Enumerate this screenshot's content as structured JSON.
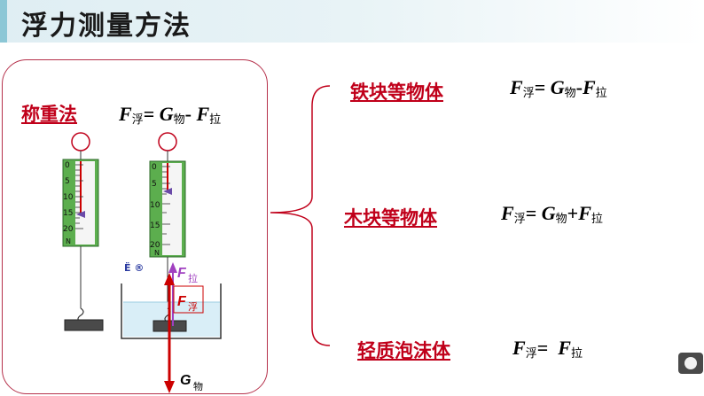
{
  "title": "浮力测量方法",
  "panel": {
    "method_label": "称重法",
    "formula": {
      "F": "F",
      "sub_fu": "浮",
      "eq": "= ",
      "G": "G",
      "sub_wu": "物",
      "op": "- ",
      "F2": "F",
      "sub_la": "拉"
    },
    "scale_ticks": [
      "0",
      "5",
      "10",
      "15",
      "20"
    ],
    "scale_unit": "N",
    "force_labels": {
      "up_pull": "F",
      "up_pull_sub": "拉",
      "buoyant": "F",
      "buoyant_sub": "浮",
      "gravity": "G",
      "gravity_sub": "物"
    },
    "beaker_mark": "Ë ®"
  },
  "rows": [
    {
      "label": "铁块等物体",
      "F": "F",
      "sub_fu": "浮",
      "eq": "= ",
      "G": "G",
      "sub_wu": "物",
      "op": "-",
      "F2": "F",
      "sub_la": "拉"
    },
    {
      "label": "木块等物体",
      "F": "F",
      "sub_fu": "浮",
      "eq": "= ",
      "G": "G",
      "sub_wu": "物",
      "op": "+",
      "F2": "F",
      "sub_la": "拉"
    },
    {
      "label": "轻质泡沫体",
      "F": "F",
      "sub_fu": "浮",
      "eq": "=  ",
      "G": "",
      "sub_wu": "",
      "op": "",
      "F2": "F",
      "sub_la": "拉"
    }
  ],
  "colors": {
    "accent_red": "#c0001a",
    "scale_green": "#5cae4e",
    "arrow_red": "#cc0000",
    "arrow_purple": "#a040c0"
  }
}
